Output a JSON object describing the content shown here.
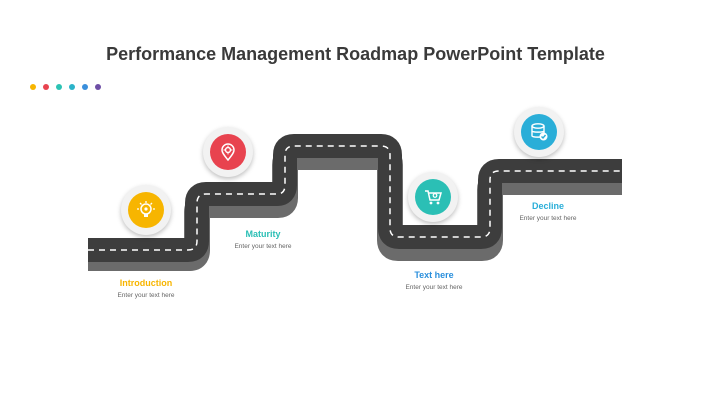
{
  "title": "Performance Management Roadmap PowerPoint Template",
  "dot_colors": [
    "#f7b500",
    "#e8434f",
    "#2cc3b4",
    "#2bb3c9",
    "#3a8fdc",
    "#6e4fa6"
  ],
  "stages": [
    {
      "name": "Introduction",
      "desc": "Enter your text here",
      "color": "#f7b500",
      "icon": "bulb-gear-icon"
    },
    {
      "name": "Maturity",
      "desc": "Enter your text here",
      "color": "#e8434f",
      "icon": "location-gear-icon"
    },
    {
      "name": "Text here",
      "desc": "Enter your text here",
      "color": "#2bbfb5",
      "icon": "cart-gear-icon"
    },
    {
      "name": "Decline",
      "desc": "Enter your text here",
      "color": "#2aaed8",
      "icon": "database-check-icon"
    }
  ],
  "label_colors": {
    "intro": "#f7b500",
    "maturity": "#2bbfb5",
    "text_here": "#2a8fdc",
    "decline": "#2aaed8"
  }
}
